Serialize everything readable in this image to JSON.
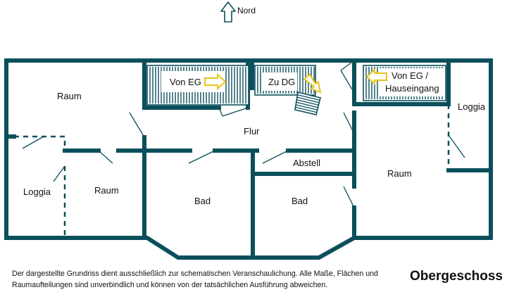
{
  "colors": {
    "wall": "#0b4f5c",
    "door": "#0b4f5c",
    "arrow_fill": "#ffffff",
    "arrow_stroke": "#e8c21b",
    "north_arrow": "#0b4f5c",
    "text": "#111111",
    "background": "#ffffff"
  },
  "north": {
    "label": "Nord",
    "icon": "north-arrow-icon"
  },
  "rooms": {
    "raum_nw": "Raum",
    "loggia_w": "Loggia",
    "raum_sw": "Raum",
    "flur": "Flur",
    "abstell": "Abstell",
    "bad_1": "Bad",
    "bad_2": "Bad",
    "raum_e": "Raum",
    "loggia_e": "Loggia"
  },
  "stairs": {
    "von_eg": "Von EG",
    "zu_dg": "Zu DG",
    "hauseingang_line1": "Von EG /",
    "hauseingang_line2": "Hauseingang"
  },
  "disclaimer": "Der dargestellte Grundriss dient ausschließlich zur schematischen Veranschaulichung. Alle Maße, Flächen und Raumaufteilungen sind unverbindlich und können von der tatsächlichen Ausführung abweichen.",
  "floor_title": "Obergeschoss"
}
